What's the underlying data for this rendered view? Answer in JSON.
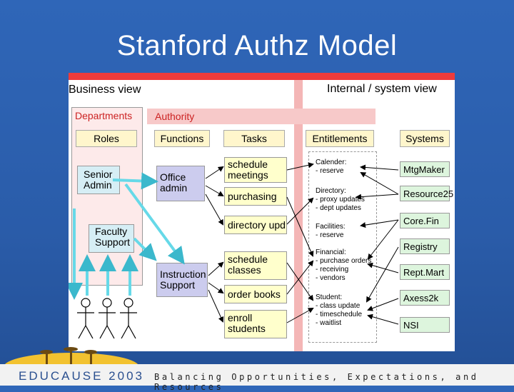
{
  "slide": {
    "title": "Stanford Authz Model"
  },
  "diagram": {
    "business_view": "Business view",
    "internal_view": "Internal / system view",
    "departments": "Departments",
    "authority": "Authority",
    "headers": {
      "roles": "Roles",
      "functions": "Functions",
      "tasks": "Tasks",
      "entitlements": "Entitlements",
      "systems": "Systems"
    },
    "roles": [
      "Senior\nAdmin",
      "Faculty\nSupport"
    ],
    "functions": [
      "Office\nadmin",
      "Instruction\nSupport"
    ],
    "tasks": [
      "schedule\nmeetings",
      "purchasing",
      "directory upd",
      "schedule\nclasses",
      "order books",
      "enroll\nstudents"
    ],
    "entitlements": [
      "Calender:\n- reserve",
      "Directory:\n- proxy updates\n- dept updates",
      "Facilities:\n- reserve",
      "Financial:\n- purchase orders\n- receiving\n- vendors",
      "Student:\n- class update\n- timeschedule\n- waitlist"
    ],
    "systems": [
      "MtgMaker",
      "Resource25",
      "Core.Fin",
      "Registry",
      "Rept.Mart",
      "Axess2k",
      "NSI"
    ],
    "colors": {
      "header_bar": "#ee3b3b",
      "authority_band": "#f7c9c9",
      "role_fill": "#d6eef5",
      "function_fill": "#ccccee",
      "task_fill": "#ffffcc",
      "system_fill": "#ddf5dd",
      "arrow": "#66d9e8"
    }
  },
  "footer": {
    "brand": "EDUCAUSE 2003",
    "tagline": "Balancing Opportunities, Expectations, and Resources"
  }
}
